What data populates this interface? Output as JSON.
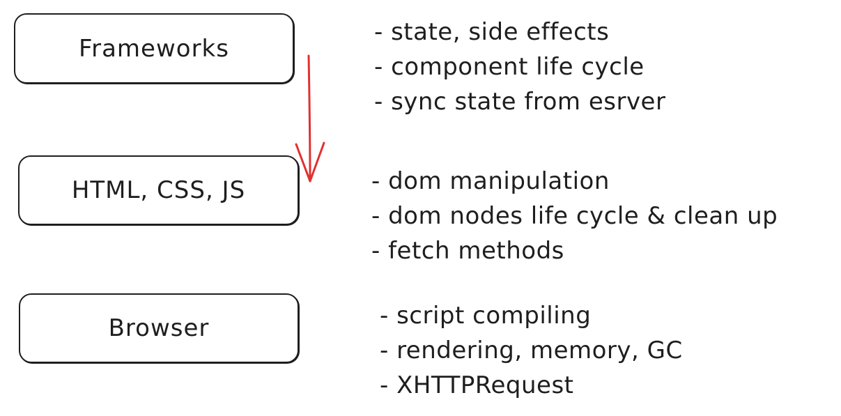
{
  "layers": [
    {
      "label": "Frameworks",
      "notes": [
        "state, side effects",
        "component life cycle",
        "sync state from esrver"
      ]
    },
    {
      "label": "HTML, CSS, JS",
      "notes": [
        "dom manipulation",
        "dom nodes life cycle & clean up",
        "fetch methods"
      ]
    },
    {
      "label": "Browser",
      "notes": [
        "script compiling",
        "rendering, memory, GC",
        "XHTTPRequest"
      ]
    }
  ],
  "arrow": {
    "from": "Frameworks",
    "to": "HTML, CSS, JS",
    "color": "#e03131"
  },
  "colors": {
    "stroke": "#1e1e1e",
    "background": "#ffffff"
  }
}
